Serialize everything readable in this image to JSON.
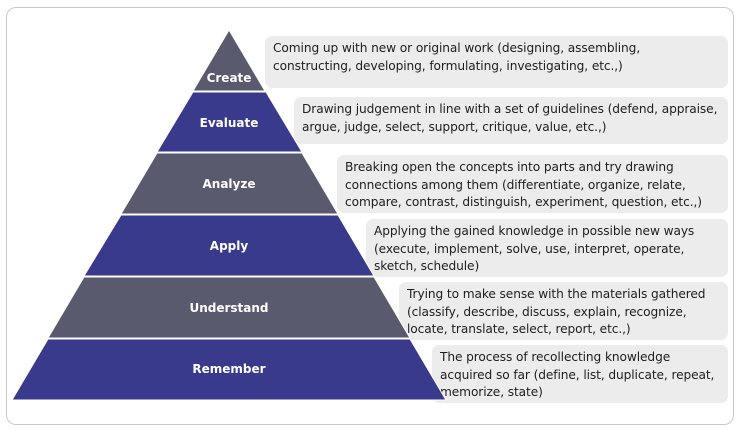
{
  "colors": {
    "level_dark": "#3a3a8c",
    "level_grey": "#5a5a6e",
    "description_bg": "#ececec",
    "label_text": "#ffffff"
  },
  "levels": [
    {
      "label": "Create",
      "description": "Coming up with new or original work (designing, assembling, constructing, developing, formulating, investigating, etc.,)"
    },
    {
      "label": "Evaluate",
      "description": "Drawing judgement in line with a set of guidelines (defend, appraise, argue, judge, select, support, critique, value, etc.,)"
    },
    {
      "label": "Analyze",
      "description": "Breaking open the concepts into parts and try drawing connections among them (differentiate, organize, relate, compare, contrast, distinguish, experiment, question, etc.,)"
    },
    {
      "label": "Apply",
      "description": "Applying the gained knowledge in possible new ways (execute, implement, solve, use, interpret, operate, sketch, schedule)"
    },
    {
      "label": "Understand",
      "description": "Trying to make sense with the materials gathered (classify, describe, discuss, explain, recognize, locate, translate, select, report, etc.,)"
    },
    {
      "label": "Remember",
      "description": "The process of recollecting knowledge acquired so far (define, list, duplicate, repeat, memorize, state)"
    }
  ]
}
